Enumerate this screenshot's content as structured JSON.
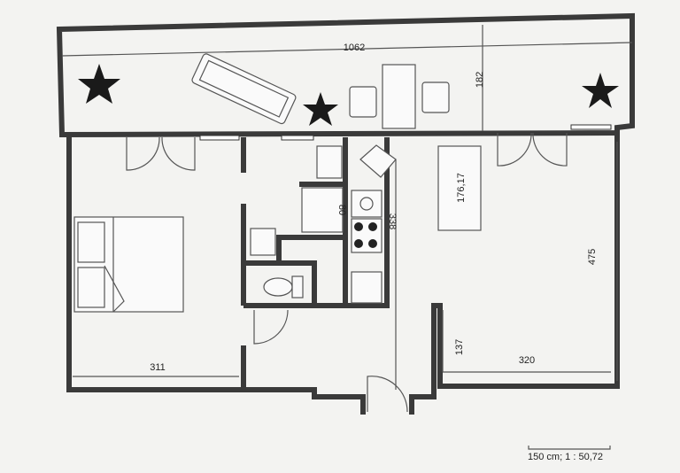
{
  "plan": {
    "dimensions": {
      "balcony_length": "1062",
      "balcony_depth": "182",
      "bench_length": "176,17",
      "tub_length": "80",
      "kitchen_length": "338",
      "living_depth": "475",
      "entry_offset": "137",
      "living_width": "320",
      "bedroom_width": "311"
    },
    "scale_label": "150 cm; 1 : 50,72",
    "icons": [
      "star-marker-icon",
      "star-marker-icon",
      "star-marker-icon",
      "bed-icon",
      "sofa-icon",
      "chair-icon",
      "table-icon",
      "sink-icon",
      "bathtub-icon",
      "toilet-icon",
      "stove-icon",
      "washing-machine-icon"
    ],
    "colors": {
      "wall": "#3a3a3a",
      "paper": "#f3f3f1",
      "star": "#1a1a1a"
    }
  }
}
